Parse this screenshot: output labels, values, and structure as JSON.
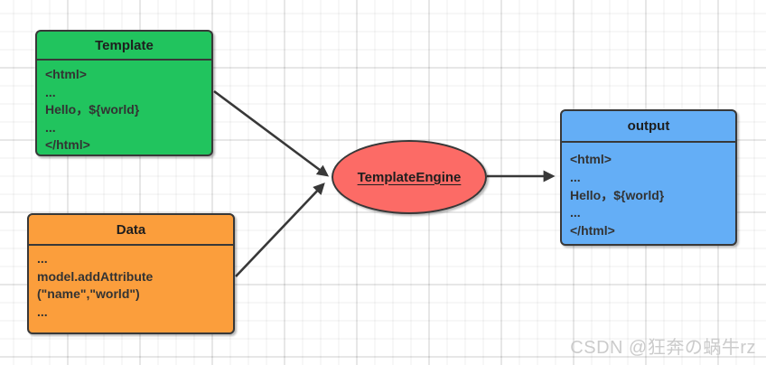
{
  "colors": {
    "template_fill": "#21c45e",
    "data_fill": "#fb9e3c",
    "engine_fill": "#fc6b66",
    "output_fill": "#64aef6",
    "stroke": "#383838"
  },
  "nodes": {
    "template": {
      "title": "Template",
      "lines": [
        "<html>",
        "...",
        "Hello，${world}",
        "...",
        "</html>"
      ]
    },
    "data": {
      "title": "Data",
      "lines": [
        "...",
        "model.addAttribute",
        "(\"name\",\"world\")",
        "..."
      ]
    },
    "engine": {
      "title": "TemplateEngine"
    },
    "output": {
      "title": "output",
      "lines": [
        "<html>",
        "...",
        "Hello，${world}",
        "...",
        "</html>"
      ]
    }
  },
  "edges": [
    {
      "from": "Template",
      "to": "TemplateEngine"
    },
    {
      "from": "Data",
      "to": "TemplateEngine"
    },
    {
      "from": "TemplateEngine",
      "to": "output"
    }
  ],
  "watermark": {
    "text": "CSDN @狂奔の蜗牛rz"
  }
}
